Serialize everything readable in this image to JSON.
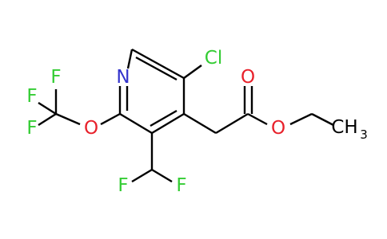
{
  "atom_labels": {
    "cl": "Cl",
    "n": "N",
    "o_ester_carbonyl": "O",
    "o_ester_alkoxy": "O",
    "o_ether": "O",
    "f_cf3_top": "F",
    "f_cf3_upper": "F",
    "f_cf3_left": "F",
    "f_chf2_left": "F",
    "f_chf2_right": "F",
    "ch3_main": "CH",
    "ch3_sub": "3"
  },
  "colors": {
    "bond": "#000000",
    "nitrogen": "#3333cc",
    "oxygen": "#e8212b",
    "fluorine": "#33cc33",
    "chlorine": "#33cc33",
    "carbon": "#000000"
  }
}
